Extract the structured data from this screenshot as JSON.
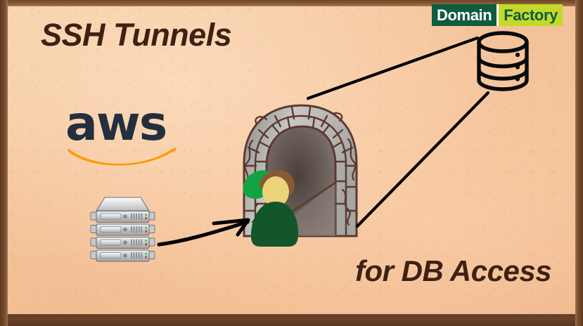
{
  "slide": {
    "title": "SSH Tunnels",
    "subtitle": "for DB Access",
    "background_color": "#f3c296",
    "border_color": "#6b4226",
    "title_color": "#3e2112"
  },
  "logo": {
    "domain_text": "Domain",
    "factory_text": "Factory",
    "domain_bg": "#0f5c3f",
    "domain_fg": "#ffffff",
    "factory_bg": "#c3d92a",
    "factory_fg": "#0f5c3f"
  },
  "aws": {
    "wordmark": "aws",
    "text_color": "#232f3e",
    "smile_color": "#ff9900"
  },
  "icons": {
    "database": "database-cylinder-icon",
    "servers": "server-rack-icon",
    "tunnel": "stone-tunnel-icon",
    "person": "person-traveler-icon"
  },
  "connections": [
    {
      "name": "server-to-tunnel",
      "from": "server-rack",
      "to": "tunnel-entrance",
      "style": "arrow"
    },
    {
      "name": "tunnel-to-database-upper",
      "from": "tunnel-top",
      "to": "database",
      "style": "line"
    },
    {
      "name": "tunnel-to-database-lower",
      "from": "tunnel-exit",
      "to": "database",
      "style": "line"
    }
  ]
}
